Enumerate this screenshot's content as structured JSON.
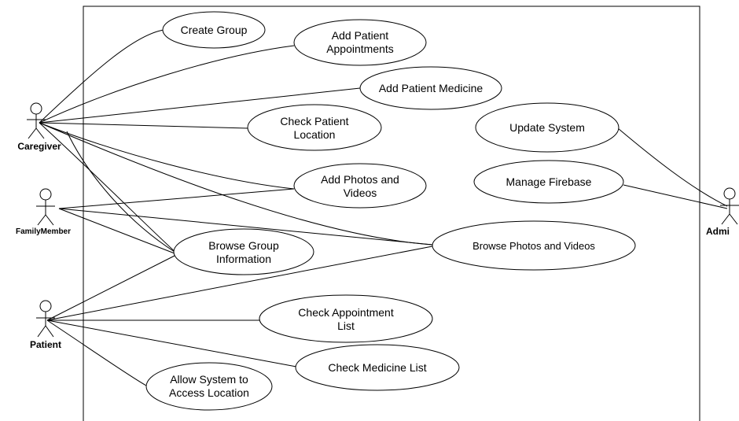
{
  "actors": {
    "caregiver": {
      "label": "Caregiver"
    },
    "family_member": {
      "label": "FamilyMember"
    },
    "patient": {
      "label": "Patient"
    },
    "admin": {
      "label": "Admi"
    }
  },
  "use_cases": {
    "create_group": {
      "lines": [
        "Create Group"
      ]
    },
    "add_patient_appointments": {
      "lines": [
        "Add Patient",
        "Appointments"
      ]
    },
    "add_patient_medicine": {
      "lines": [
        "Add Patient Medicine"
      ]
    },
    "check_patient_location": {
      "lines": [
        "Check Patient",
        "Location"
      ]
    },
    "add_photos_videos": {
      "lines": [
        "Add Photos and",
        "Videos"
      ]
    },
    "browse_group_information": {
      "lines": [
        "Browse Group",
        "Information"
      ]
    },
    "browse_photos_videos": {
      "lines": [
        "Browse Photos and Videos"
      ]
    },
    "check_appointment_list": {
      "lines": [
        "Check Appointment",
        "List"
      ]
    },
    "check_medicine_list": {
      "lines": [
        "Check Medicine List"
      ]
    },
    "allow_system_location": {
      "lines": [
        "Allow System to",
        "Access Location"
      ]
    },
    "update_system": {
      "lines": [
        "Update System"
      ]
    },
    "manage_firebase": {
      "lines": [
        "Manage Firebase"
      ]
    }
  }
}
